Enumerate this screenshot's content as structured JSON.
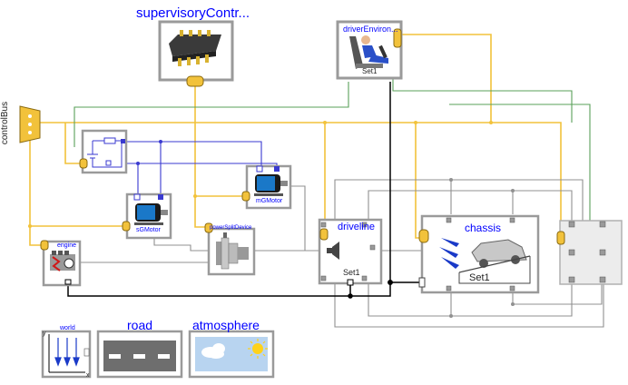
{
  "components": {
    "supervisory_controller": {
      "label": "supervisoryContr..."
    },
    "driver_environment": {
      "label": "driverEnviron...",
      "sublabel": "Set1"
    },
    "control_bus": {
      "label": "controlBus"
    },
    "battery": {
      "label": ""
    },
    "generator_motor": {
      "label": "sGMotor"
    },
    "motor_generator": {
      "label": "mGMotor"
    },
    "power_split_device": {
      "label": "powerSplitDevice"
    },
    "engine": {
      "label": "engine"
    },
    "driveline": {
      "label": "driveline",
      "sublabel": "Set1"
    },
    "chassis": {
      "label": "chassis",
      "sublabel": "Set1"
    },
    "brakes": {
      "label": ""
    },
    "world": {
      "label": "world",
      "axis_y": "y",
      "axis_x": "x"
    },
    "road": {
      "label": "road"
    },
    "atmosphere": {
      "label": "atmosphere"
    }
  },
  "colors": {
    "bus": "#f2c23b",
    "signal_green": "#5aa05a",
    "mechanical": "#909090",
    "electrical": "#3a3ad0",
    "thermal": "#000000",
    "label_blue": "#0000ff"
  }
}
